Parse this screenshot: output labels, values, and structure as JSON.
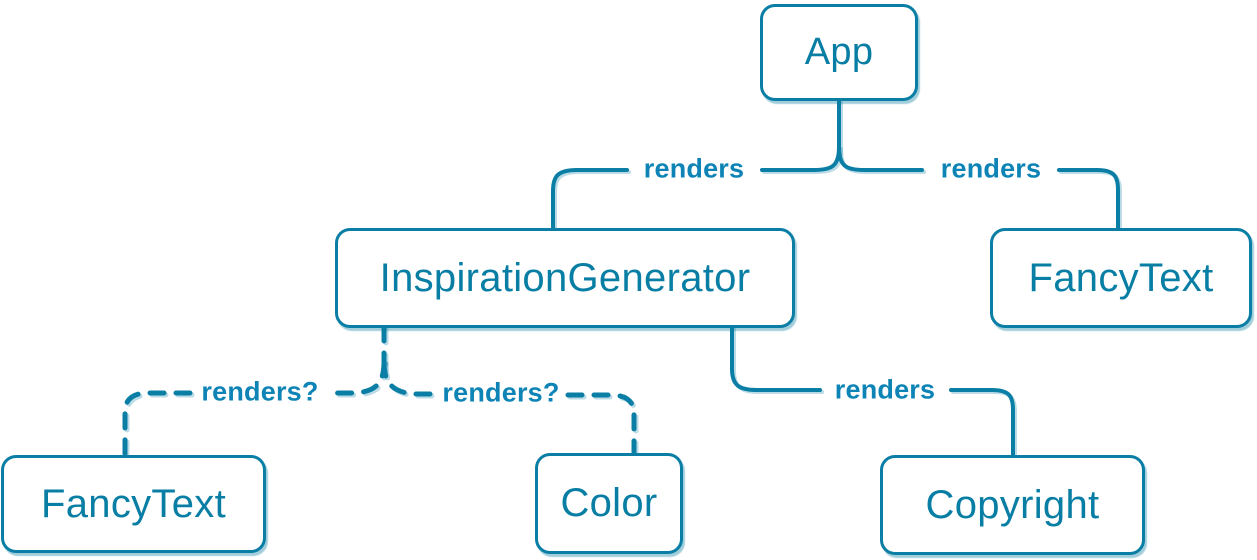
{
  "diagram": {
    "nodes": [
      {
        "id": "app",
        "label": "App"
      },
      {
        "id": "inspiration-generator",
        "label": "InspirationGenerator"
      },
      {
        "id": "fancy-text-top",
        "label": "FancyText"
      },
      {
        "id": "fancy-text-bottom",
        "label": "FancyText"
      },
      {
        "id": "color",
        "label": "Color"
      },
      {
        "id": "copyright",
        "label": "Copyright"
      }
    ],
    "edges": [
      {
        "from": "App",
        "to": "InspirationGenerator",
        "label": "renders",
        "style": "solid"
      },
      {
        "from": "App",
        "to": "FancyText",
        "label": "renders",
        "style": "solid"
      },
      {
        "from": "InspirationGenerator",
        "to": "FancyText",
        "label": "renders?",
        "style": "dashed"
      },
      {
        "from": "InspirationGenerator",
        "to": "Color",
        "label": "renders?",
        "style": "dashed"
      },
      {
        "from": "InspirationGenerator",
        "to": "Copyright",
        "label": "renders",
        "style": "solid"
      }
    ],
    "colors": {
      "stroke": "#0a7ea4",
      "node_text": "#087ea4",
      "edge_label": "#0d84b5",
      "node_background": "#ffffff"
    }
  }
}
